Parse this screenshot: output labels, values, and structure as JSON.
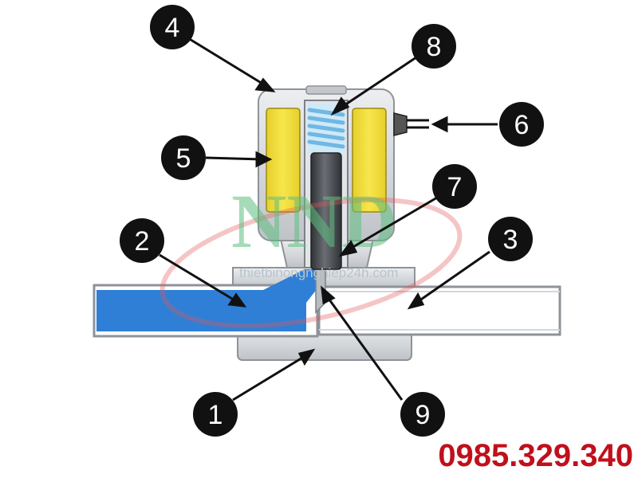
{
  "diagram": {
    "labels": [
      "1",
      "2",
      "3",
      "4",
      "5",
      "6",
      "7",
      "8",
      "9"
    ],
    "colors": {
      "fluid": "#2f7fd6",
      "coil": "#f2de3a",
      "body": "#d4d7db",
      "plunger": "#4a4d52",
      "spring": "#7fc7ee",
      "callout": "#111111"
    }
  },
  "watermark": {
    "logo": "NND",
    "url": "thietbinongnghiep24h.com"
  },
  "contact": {
    "phone": "0985.329.340"
  }
}
